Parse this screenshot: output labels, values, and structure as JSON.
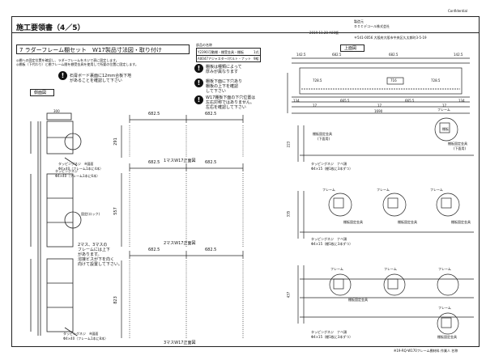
{
  "header": {
    "confidential": "Confidential",
    "title": "施工要領書（4／5）",
    "maker_label": "製造元",
    "maker_name": "ＤＩＣデコール株式会社",
    "date": "2019.11.28 A00版",
    "address": "〒541-0056 大阪府大阪市中央区久太郎町3-5-19"
  },
  "section": {
    "title": "7 ラダーフレーム棚セット　W17製品寸法図・取り付け"
  },
  "parts_table": {
    "title": "部品の名称",
    "rows": [
      {
        "code": "Y2390",
        "name": "可動棚・棚受金具・棚板",
        "qty": "1式"
      },
      {
        "code": "A0047",
        "name": "アジャスター/ボルト・ナット",
        "qty": "9組"
      }
    ]
  },
  "notes": {
    "top_left": "◎棚への固定位置を確認し、ラダーフレームをネジで表に固定します。\n◎棚板（下代わり）と棚フレーム間を棚受金具を使用して所要の位置に固定します。",
    "caution_1": "石膏ボード裏面に12mm合板下地\nがあることを確認して下さい",
    "caution_2": "棚板は種類によって\n厚みが異なります",
    "caution_3": "棚板下面に下穴あり\n棚板の上下を確認\nして下さい",
    "caution_4": "W17棚板下面の下穴位置は\n左右対称ではありません。\n左右を確認して下さい",
    "side_note": "2マス、3マスの\nフレームには上下\nがあります。\n溶接ビスが下を向く\n向けて設置して下さい。",
    "lock_note": "固定(ロック)",
    "footer": "※19-RQ-W170フレーム棚材料 作業人 名称"
  },
  "views": {
    "side_view": "側面図",
    "top_view": "上面図",
    "front_1": "1マスW17正面図",
    "front_2": "2マスW17正面図",
    "front_3": "3マスW17正面図"
  },
  "dimensions": {
    "front_width": "682.5",
    "front_1_height": "291",
    "front_2_height": "557",
    "front_3_height": "823",
    "side_depth": "300",
    "top_total": "1690",
    "top_parts": [
      "134",
      "17",
      "665.5",
      "17",
      "665.5",
      "17",
      "134"
    ],
    "top_upper": [
      "142.5",
      "682.5",
      "682.5",
      "142.5"
    ],
    "top_inner": [
      "728.5",
      "716",
      "728.5"
    ],
    "right_heights": [
      "223",
      "335",
      "437"
    ]
  },
  "labels": {
    "screw_1": "タッピングネジ　※図面",
    "screw_1_spec": "Φ4×40（フレーム1本に4本）",
    "screw_2": "タッピングネジ",
    "screw_2_spec": "Φ4×40（フレーム1本に6本）",
    "screw_3": "タッピングネジ　※図面",
    "screw_3_spec": "Φ4×40（フレーム1本に8本）",
    "frame": "フレーム",
    "shelf_plate": "棚板",
    "bracket": "棚板固定金具",
    "bracket_sub": "(下面用)",
    "right_screw": "タッピングネジ　ナベ頭",
    "right_screw_spec": "Φ4×15（棚1枚に3本ずつ）"
  }
}
